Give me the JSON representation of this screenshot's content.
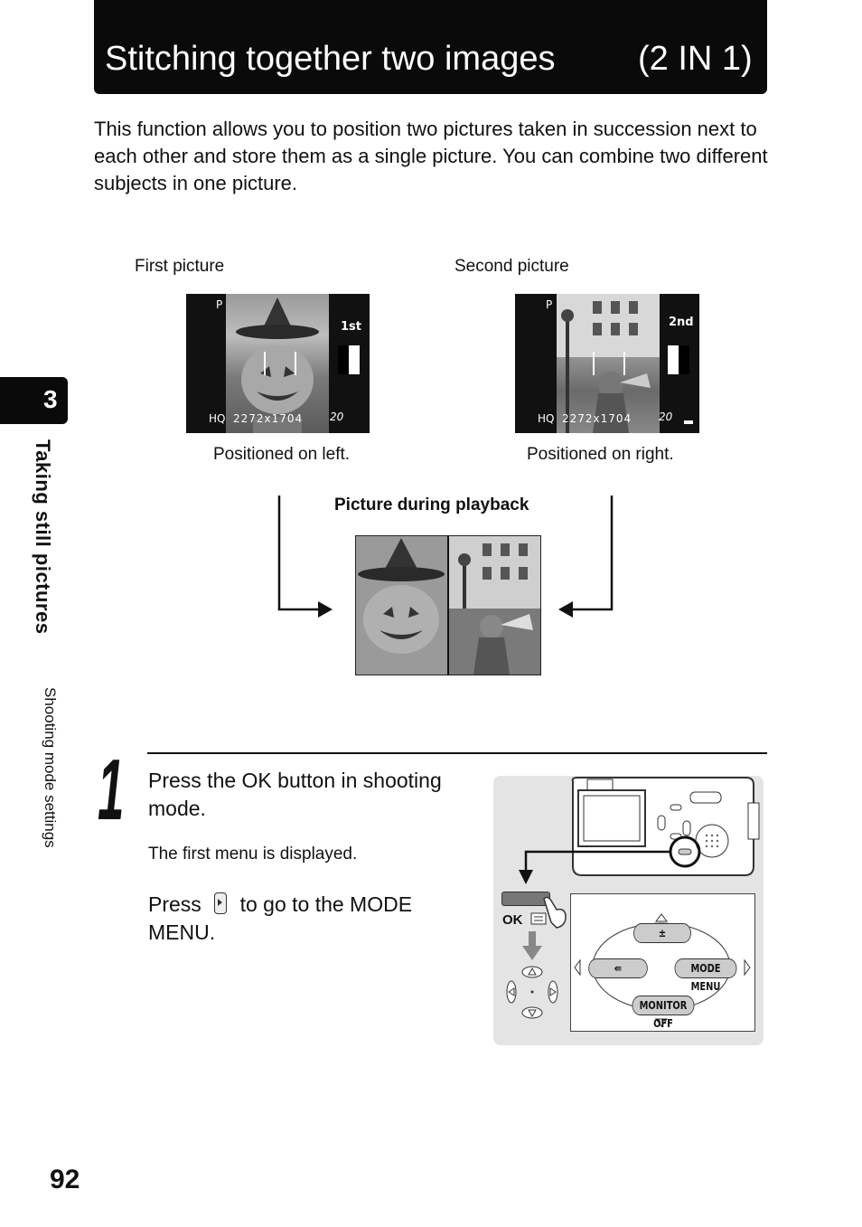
{
  "header": {
    "title": "Stitching together two images",
    "title_suffix": "(2 IN 1)"
  },
  "intro": "This function allows you to position two pictures taken in succession next to each other and store them as a single picture. You can combine two different subjects in one picture.",
  "figure": {
    "first": {
      "label": "First picture",
      "caption": "Positioned on left.",
      "mode": "P",
      "tag": "1st",
      "quality": "HQ",
      "resolution": "2272x1704",
      "count": "20"
    },
    "second": {
      "label": "Second picture",
      "caption": "Positioned on right.",
      "mode": "P",
      "tag": "2nd",
      "quality": "HQ",
      "resolution": "2272x1704",
      "count": "20"
    },
    "playback_label": "Picture during playback"
  },
  "sidebar": {
    "chapter": "3",
    "title": "Taking still pictures",
    "subtitle": "Shooting mode settings"
  },
  "step": {
    "number": "1",
    "main": "Press the OK button in shooting mode.",
    "note": "The first menu is displayed.",
    "press_before": "Press",
    "press_after": "to go to the MODE MENU."
  },
  "camera_diagram": {
    "ok_label": "OK",
    "mode_menu": "MODE MENU",
    "monitor_off": "MONITOR OFF"
  },
  "page_number": "92"
}
